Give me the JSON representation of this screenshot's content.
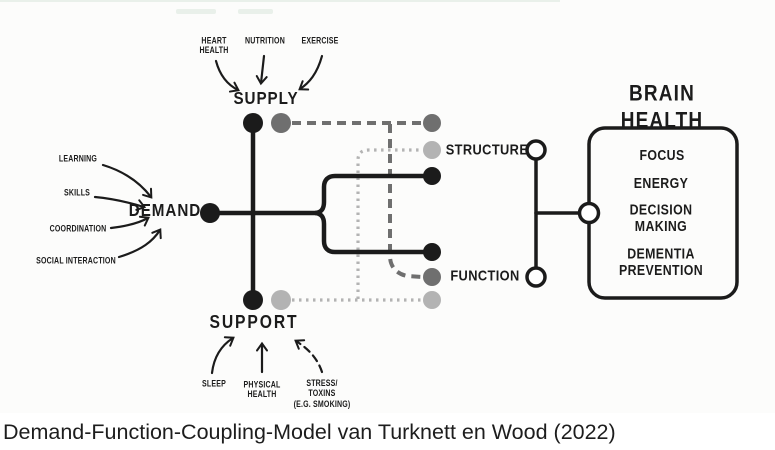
{
  "caption": "Demand-Function-Coupling-Model van Turknett en Wood (2022)",
  "nodes": {
    "supply": "SUPPLY",
    "demand": "DEMAND",
    "support": "SUPPORT",
    "structure": "STRUCTURE",
    "function": "FUNCTION"
  },
  "factors": {
    "heart_health": "HEART\nHEALTH",
    "nutrition": "NUTRITION",
    "exercise": "EXERCISE",
    "learning": "LEARNING",
    "skills": "SKILLS",
    "coordination": "COORDINATION",
    "social_interaction": "SOCIAL INTERACTION",
    "sleep": "SLEEP",
    "physical_health": "PHYSICAL\nHEALTH",
    "stress_toxins": "STRESS/\nTOXINS\n(E.G. SMOKING)"
  },
  "brain_health": {
    "title": "BRAIN HEALTH",
    "items": [
      "FOCUS",
      "ENERGY",
      "DECISION\nMAKING",
      "DEMENTIA\nPREVENTION"
    ]
  },
  "colors": {
    "ink": "#1b1b1b",
    "dark_gray": "#6f6f6f",
    "light_gray": "#b3b3b3",
    "background": "#fcfcfb",
    "caption_text": "#1d1d1d"
  }
}
